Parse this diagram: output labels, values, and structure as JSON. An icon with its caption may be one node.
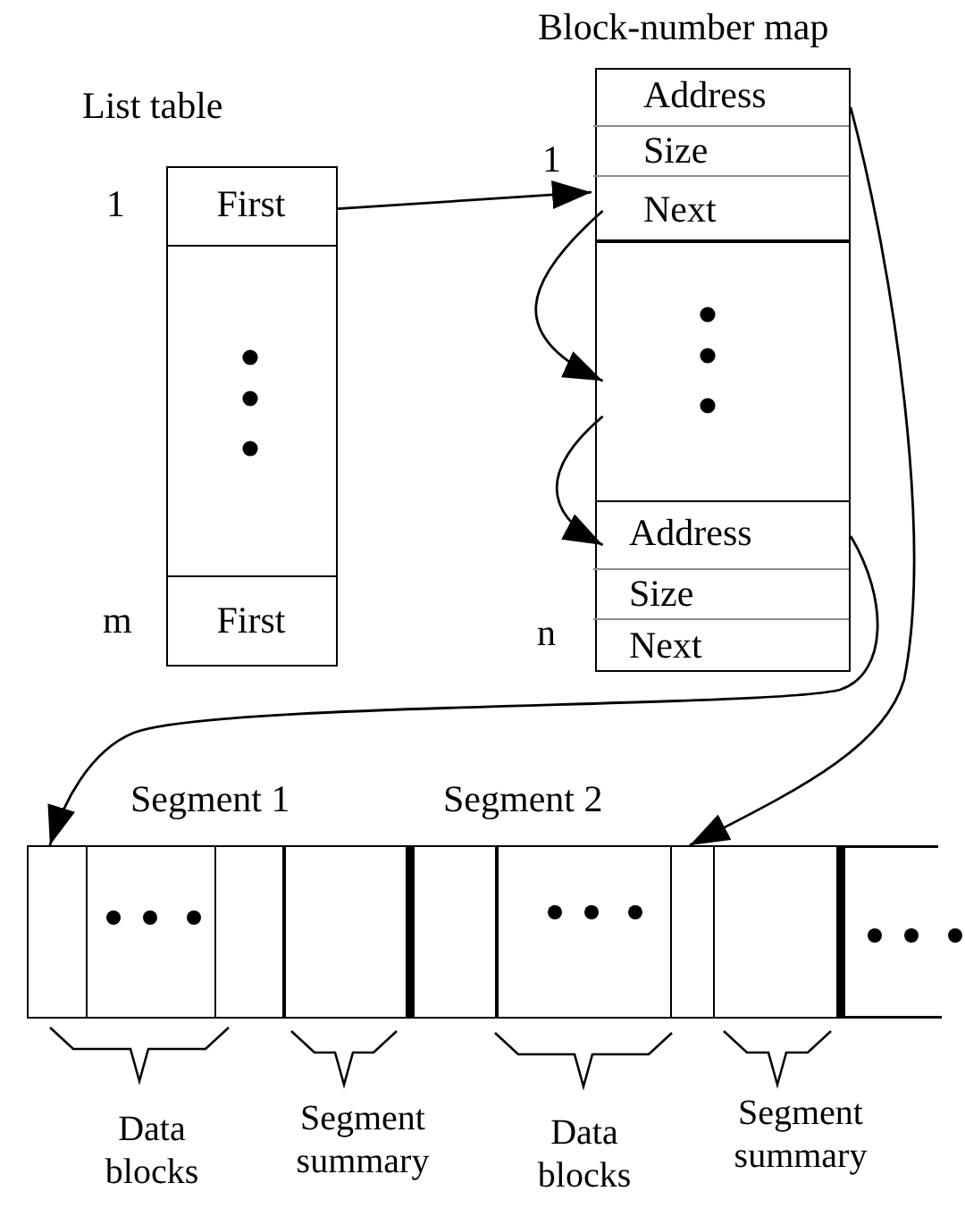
{
  "diagram": {
    "nodes": [
      {
        "text": [
          "List table"
        ]
      },
      {
        "text": [
          "First"
        ],
        "in": 0,
        "beside": [
          "1"
        ]
      },
      {
        "text": [
          "First"
        ],
        "in": 0,
        "beside": [
          "m"
        ]
      },
      {
        "text": [
          "Block-number map"
        ]
      },
      {
        "text": [],
        "shape": "box",
        "in": 3,
        "beside": [
          "1"
        ]
      },
      {
        "text": [
          "Address"
        ],
        "in": 4
      },
      {
        "text": [
          "Size"
        ],
        "in": 4
      },
      {
        "text": [
          "Next"
        ],
        "in": 4
      },
      {
        "text": [],
        "shape": "box",
        "in": 3
      },
      {
        "text": [],
        "shape": "box",
        "in": 3,
        "beside": [
          "n"
        ]
      },
      {
        "text": [
          "Address"
        ],
        "in": 9
      },
      {
        "text": [
          "Size"
        ],
        "in": 9
      },
      {
        "text": [
          "Next"
        ],
        "in": 9
      },
      {
        "text": [
          "Segment 1"
        ]
      },
      {
        "text": [],
        "shape": "box",
        "in": 13
      },
      {
        "text": [
          "Segment 2"
        ]
      },
      {
        "text": [],
        "shape": "box",
        "in": 15
      }
    ],
    "edges": [
      {
        "from": 1,
        "to": 4,
        "arrow": "to"
      },
      {
        "from": 7,
        "to": 8,
        "arrow": "to"
      },
      {
        "from": 8,
        "to": 9,
        "arrow": "to"
      },
      {
        "from": 10,
        "to": 14,
        "arrow": "to"
      },
      {
        "from": 5,
        "to": 16,
        "arrow": "to"
      }
    ],
    "labels": [
      "Data blocks",
      "Segment summary",
      "Data blocks",
      "Segment summary"
    ]
  }
}
